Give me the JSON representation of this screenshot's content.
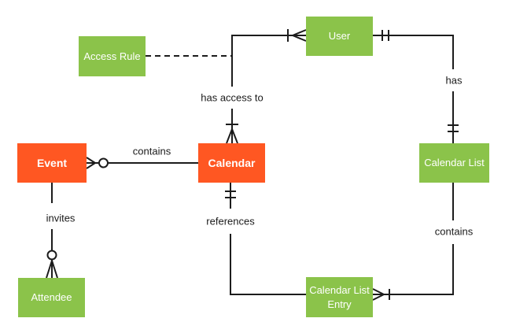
{
  "colors": {
    "entity_green": "#8BC34A",
    "entity_orange": "#FF5722",
    "line": "#1C1C1C",
    "label_text": "#1A1A1A",
    "entity_text": "#FFFFFF",
    "background": "#FFFFFF"
  },
  "entities": [
    {
      "id": "access-rule",
      "label": "Access Rule",
      "color": "#8BC34A"
    },
    {
      "id": "user",
      "label": "User",
      "color": "#8BC34A"
    },
    {
      "id": "event",
      "label": "Event",
      "color": "#FF5722"
    },
    {
      "id": "calendar",
      "label": "Calendar",
      "color": "#FF5722"
    },
    {
      "id": "calendar-list",
      "label": "Calendar List",
      "color": "#8BC34A"
    },
    {
      "id": "attendee",
      "label": "Attendee",
      "color": "#8BC34A"
    },
    {
      "id": "calendar-list-entry",
      "label": "Calendar List Entry",
      "color": "#8BC34A"
    }
  ],
  "relationships": [
    {
      "label": "has access to",
      "from": "User",
      "to": "Calendar",
      "from_cardinality": "one-or-many",
      "to_cardinality": "one-or-many",
      "line_style": "solid"
    },
    {
      "label": "has",
      "from": "User",
      "to": "Calendar List",
      "from_cardinality": "exactly-one",
      "to_cardinality": "exactly-one",
      "line_style": "solid"
    },
    {
      "label": "",
      "from": "Access Rule",
      "to": "has access to",
      "from_cardinality": "none",
      "to_cardinality": "none",
      "line_style": "dashed"
    },
    {
      "label": "contains",
      "from": "Event",
      "to": "Calendar",
      "from_cardinality": "zero-or-many",
      "to_cardinality": "none",
      "line_style": "solid"
    },
    {
      "label": "invites",
      "from": "Event",
      "to": "Attendee",
      "from_cardinality": "none",
      "to_cardinality": "zero-or-many",
      "line_style": "solid"
    },
    {
      "label": "references",
      "from": "Calendar",
      "to": "Calendar List Entry",
      "from_cardinality": "exactly-one",
      "to_cardinality": "none",
      "line_style": "solid"
    },
    {
      "label": "contains",
      "from": "Calendar List",
      "to": "Calendar List Entry",
      "from_cardinality": "none",
      "to_cardinality": "one-or-many",
      "line_style": "solid"
    }
  ]
}
